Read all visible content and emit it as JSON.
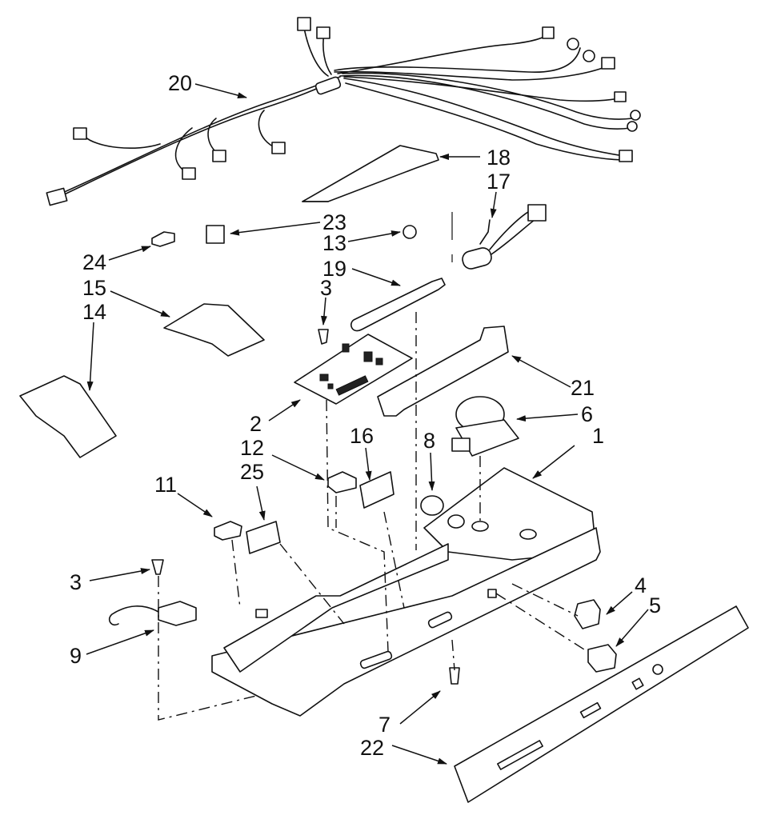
{
  "callouts": {
    "c1": "1",
    "c2": "2",
    "c3a": "3",
    "c3b": "3",
    "c4": "4",
    "c5": "5",
    "c6": "6",
    "c7": "7",
    "c8": "8",
    "c9": "9",
    "c11": "11",
    "c12": "12",
    "c13": "13",
    "c14": "14",
    "c15": "15",
    "c16": "16",
    "c17": "17",
    "c18": "18",
    "c19": "19",
    "c20": "20",
    "c21": "21",
    "c22": "22",
    "c23": "23",
    "c24": "24",
    "c25": "25"
  }
}
